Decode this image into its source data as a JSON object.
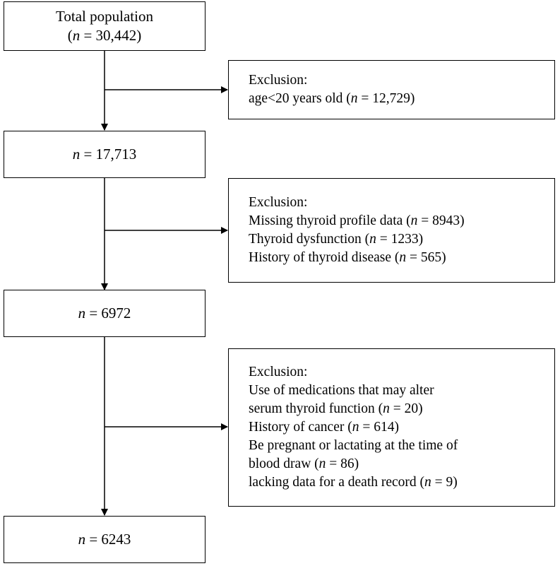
{
  "boxes": {
    "total": {
      "title": "Total population",
      "prefix": "(",
      "n": "n",
      "eq": " = 30,442)"
    },
    "after_age": {
      "n": "n",
      "eq": " = 17,713"
    },
    "after_thyroid": {
      "n": "n",
      "eq": " = 6972"
    },
    "final": {
      "n": "n",
      "eq": " = 6243"
    }
  },
  "exclusions": {
    "age": {
      "header": "Exclusion:",
      "lines": [
        {
          "pre": "age<20 years old (",
          "n": "n",
          "post": " = 12,729)"
        }
      ]
    },
    "thyroid": {
      "header": "Exclusion:",
      "lines": [
        {
          "pre": "Missing thyroid profile data (",
          "n": "n",
          "post": " = 8943)"
        },
        {
          "pre": "Thyroid dysfunction (",
          "n": "n",
          "post": " = 1233)"
        },
        {
          "pre": "History of thyroid disease (",
          "n": "n",
          "post": " = 565)"
        }
      ]
    },
    "other": {
      "header": "Exclusion:",
      "lines": [
        {
          "pre": "Use of medications that may alter",
          "n": "",
          "post": ""
        },
        {
          "pre": "serum thyroid function (",
          "n": "n",
          "post": " = 20)"
        },
        {
          "pre": "History of cancer (",
          "n": "n",
          "post": " = 614)"
        },
        {
          "pre": "Be pregnant or lactating at the time of",
          "n": "",
          "post": ""
        },
        {
          "pre": "blood draw (",
          "n": "n",
          "post": " = 86)"
        },
        {
          "pre": "lacking data for a death record (",
          "n": "n",
          "post": " = 9)"
        }
      ]
    }
  }
}
